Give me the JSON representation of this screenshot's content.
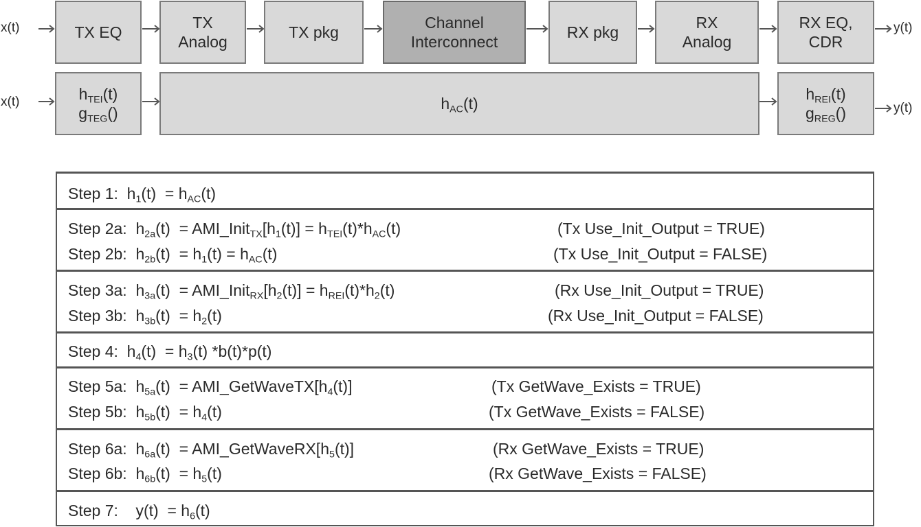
{
  "diagram": {
    "top_chain": {
      "input": "x(t)",
      "output": "y(t)",
      "blocks": [
        {
          "line1": "TX EQ",
          "line2": ""
        },
        {
          "line1": "TX",
          "line2": "Analog"
        },
        {
          "line1": "TX pkg",
          "line2": ""
        },
        {
          "line1": "Channel",
          "line2": "Interconnect"
        },
        {
          "line1": "RX pkg",
          "line2": ""
        },
        {
          "line1": "RX",
          "line2": "Analog"
        },
        {
          "line1": "RX EQ,",
          "line2": "CDR"
        }
      ]
    },
    "bottom_chain": {
      "input": "x(t)",
      "output": "y(t)",
      "tx_block": {
        "h": "h",
        "h_sub": "TEI",
        "h_arg": "(t)",
        "g": "g",
        "g_sub": "TEG",
        "g_arg": "()"
      },
      "mid_block": {
        "h": "h",
        "h_sub": "AC",
        "h_arg": "(t)"
      },
      "rx_block": {
        "h": "h",
        "h_sub": "REI",
        "h_arg": "(t)",
        "g": "g",
        "g_sub": "REG",
        "g_arg": "()"
      }
    }
  },
  "steps": [
    {
      "lines": [
        {
          "label": "Step 1:",
          "expr": "h1(t) = hAC(t)",
          "cond": ""
        }
      ]
    },
    {
      "lines": [
        {
          "label": "Step 2a:",
          "expr": "h2a(t) = AMI_InitTX[h1(t)] = hTEI(t)*hAC(t)",
          "cond": "(Tx Use_Init_Output = TRUE)"
        },
        {
          "label": "Step 2b:",
          "expr": "h2b(t) = h1(t) = hAC(t)",
          "cond": "(Tx Use_Init_Output = FALSE)"
        }
      ]
    },
    {
      "lines": [
        {
          "label": "Step 3a:",
          "expr": "h3a(t) = AMI_InitRX[h2(t)] = hREI(t)*h2(t)",
          "cond": "(Rx Use_Init_Output = TRUE)"
        },
        {
          "label": "Step 3b:",
          "expr": "h3b(t) = h2(t)",
          "cond": "(Rx Use_Init_Output = FALSE)"
        }
      ]
    },
    {
      "lines": [
        {
          "label": "Step 4:",
          "expr": "h4(t) = h3(t) *b(t)*p(t)",
          "cond": ""
        }
      ]
    },
    {
      "lines": [
        {
          "label": "Step 5a:",
          "expr": "h5a(t) = AMI_GetWaveTX[h4(t)]",
          "cond": "(Tx GetWave_Exists = TRUE)"
        },
        {
          "label": "Step 5b:",
          "expr": "h5b(t) = h4(t)",
          "cond": "(Tx GetWave_Exists = FALSE)"
        }
      ]
    },
    {
      "lines": [
        {
          "label": "Step 6a:",
          "expr": "h6a(t) = AMI_GetWaveRX[h5(t)]",
          "cond": "(Rx GetWave_Exists = TRUE)"
        },
        {
          "label": "Step 6b:",
          "expr": "h6b(t) = h5(t)",
          "cond": "(Rx GetWave_Exists = FALSE)"
        }
      ]
    },
    {
      "lines": [
        {
          "label": "Step 7:",
          "expr": "y(t) = h6(t)",
          "cond": ""
        }
      ]
    }
  ]
}
